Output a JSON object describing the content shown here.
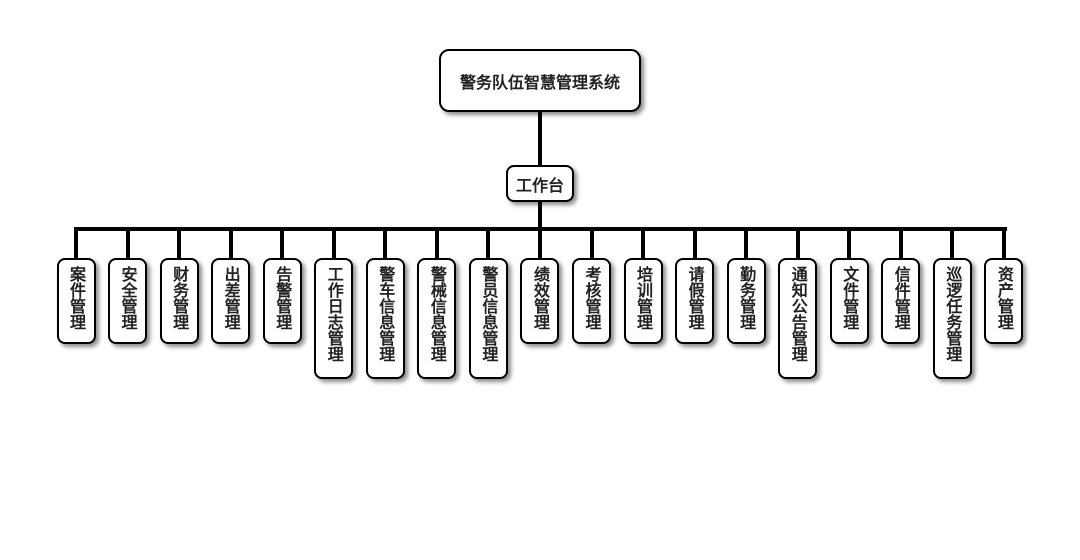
{
  "root": {
    "label": "警务队伍智慧管理系统"
  },
  "hub": {
    "label": "工作台"
  },
  "modules": [
    {
      "label": "案件管理"
    },
    {
      "label": "安全管理"
    },
    {
      "label": "财务管理"
    },
    {
      "label": "出差管理"
    },
    {
      "label": "告警管理"
    },
    {
      "label": "工作日志管理"
    },
    {
      "label": "警车信息管理"
    },
    {
      "label": "警械信息管理"
    },
    {
      "label": "警员信息管理"
    },
    {
      "label": "绩效管理"
    },
    {
      "label": "考核管理"
    },
    {
      "label": "培训管理"
    },
    {
      "label": "请假管理"
    },
    {
      "label": "勤务管理"
    },
    {
      "label": "通知公告管理"
    },
    {
      "label": "文件管理"
    },
    {
      "label": "信件管理"
    },
    {
      "label": "巡逻任务管理"
    },
    {
      "label": "资产管理"
    }
  ]
}
